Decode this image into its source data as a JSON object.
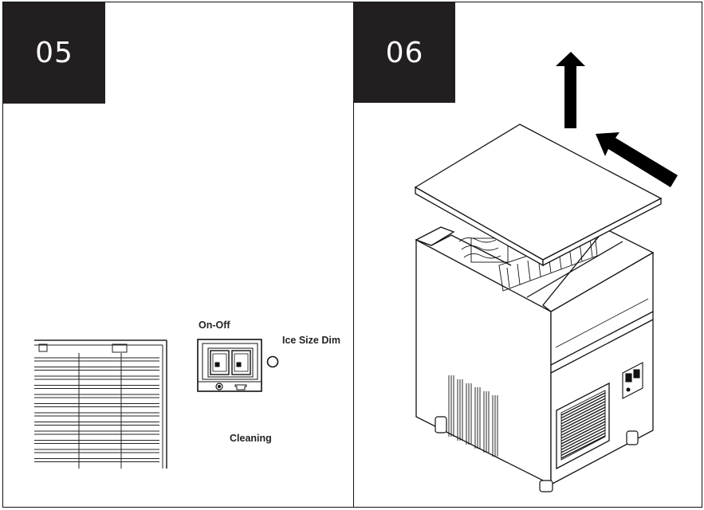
{
  "steps": [
    {
      "number": "05",
      "labels": {
        "on_off": "On-Off",
        "ice_size": "Ice Size Dim",
        "cleaning": "Cleaning"
      }
    },
    {
      "number": "06"
    }
  ],
  "colors": {
    "badge": "#231f20",
    "line": "#111111",
    "background": "#ffffff"
  }
}
